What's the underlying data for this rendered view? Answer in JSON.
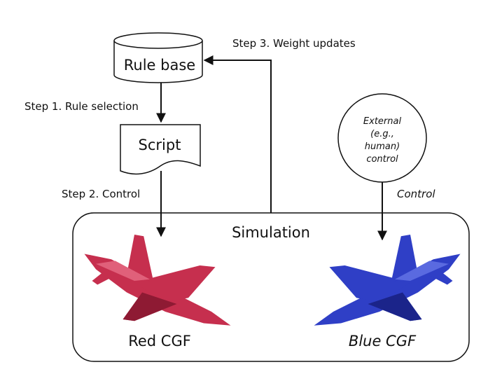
{
  "rule_base": {
    "label": "Rule base"
  },
  "script": {
    "label": "Script"
  },
  "simulation": {
    "label": "Simulation"
  },
  "external": {
    "lines": [
      "External",
      "(e.g.,",
      "human)",
      "control"
    ]
  },
  "edges": {
    "rule_selection": "Step 1. Rule selection",
    "control": "Step 2. Control",
    "weight_updates": "Step 3. Weight updates",
    "external_control": "Control"
  },
  "agents": {
    "red": {
      "label": "Red CGF",
      "color": "#c62f4e",
      "dark": "#8e1a33",
      "light": "#e0607a"
    },
    "blue": {
      "label": "Blue CGF",
      "color": "#2f3fc6",
      "dark": "#1b248a",
      "light": "#5a6ae0"
    }
  },
  "colors": {
    "line": "#111111"
  }
}
